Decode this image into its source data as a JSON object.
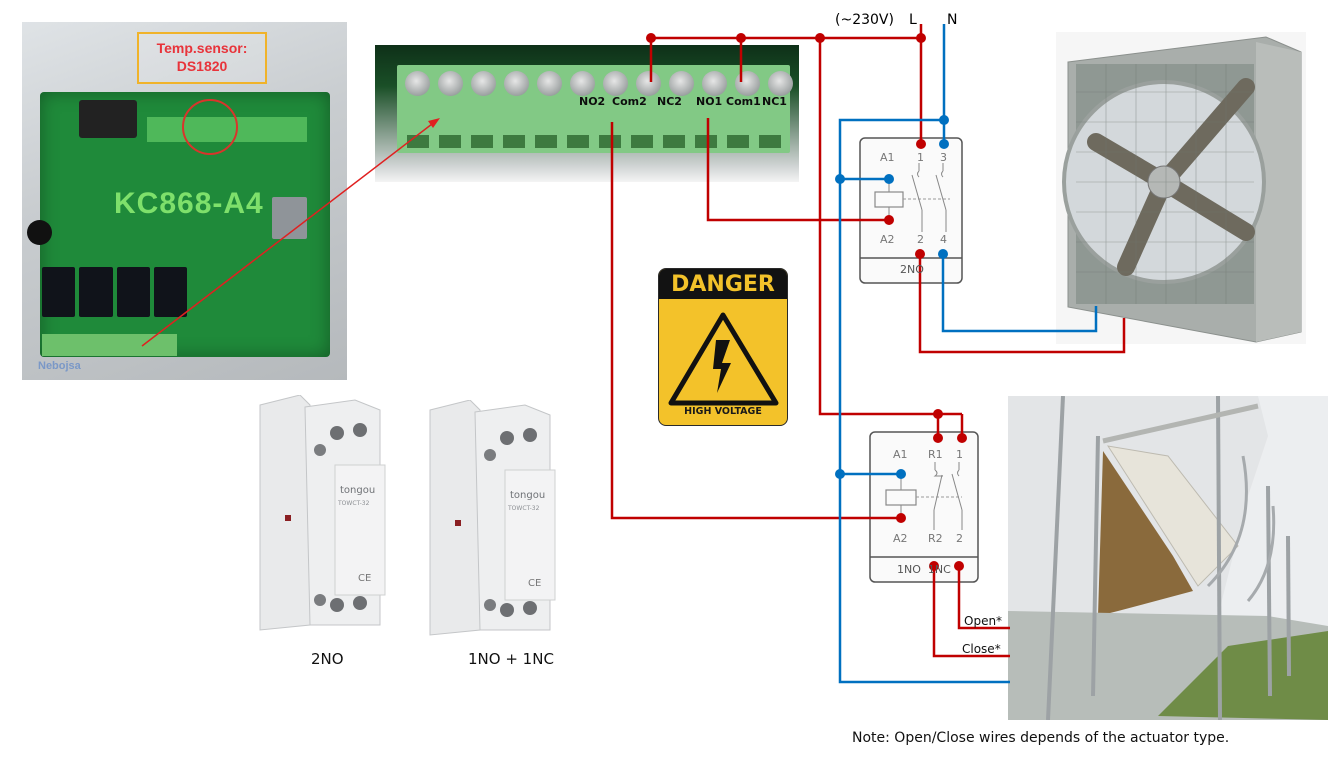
{
  "diagram": {
    "title": "KC868-A4 greenhouse fan and window actuator wiring",
    "colors": {
      "live_wire": "#c00000",
      "neutral_wire": "#0070c0",
      "sensor_label": "#e8333a",
      "sensor_box": "#f0b32a",
      "danger_yellow": "#f3c22a"
    }
  },
  "controller": {
    "board_name": "KC868-A4",
    "sensor_label_line1": "Temp.sensor:",
    "sensor_label_line2": "DS1820",
    "author": "Nebojsa"
  },
  "terminal_block": {
    "pins": [
      "NO2",
      "Com2",
      "NC2",
      "NO1",
      "Com1",
      "NC1"
    ]
  },
  "power": {
    "voltage_label": "(~230V)",
    "live_label": "L",
    "neutral_label": "N"
  },
  "relay_2no": {
    "coil_top": "A1",
    "coil_bottom": "A2",
    "contacts_top": [
      "1",
      "3"
    ],
    "contacts_bottom": [
      "2",
      "4"
    ],
    "type_label": "2NO"
  },
  "relay_1no1nc": {
    "coil_top": "A1",
    "coil_bottom": "A2",
    "contacts_top": [
      "R1",
      "1"
    ],
    "contacts_bottom": [
      "R2",
      "2"
    ],
    "type_label": "1NO  1NC"
  },
  "warning_sign": {
    "header": "DANGER",
    "footer": "HIGH VOLTAGE",
    "icon": "high-voltage-icon"
  },
  "contactor_photos": [
    {
      "brand": "tongou",
      "model": "TOWCT-32",
      "caption": "2NO"
    },
    {
      "brand": "tongou",
      "model": "TOWCT-32",
      "caption": "1NO + 1NC"
    }
  ],
  "actuator_wires": {
    "open_label": "Open*",
    "close_label": "Close*"
  },
  "note": "Note: Open/Close wires depends of the actuator type."
}
